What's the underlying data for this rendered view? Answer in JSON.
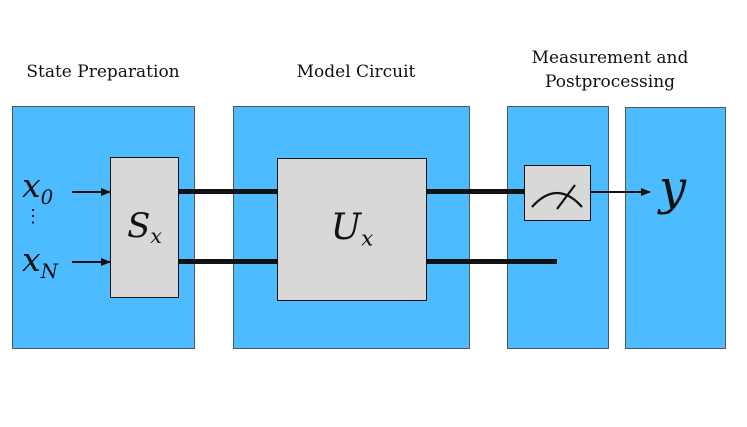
{
  "labels": {
    "state_preparation": "State Preparation",
    "model_circuit": "Model Circuit",
    "measurement": "Measurement and\nPostprocessing"
  },
  "inputs": {
    "first_base": "x",
    "first_sub": "0",
    "dots": "⋮",
    "last_base": "x",
    "last_sub": "N"
  },
  "gates": {
    "state_prep_base": "S",
    "state_prep_sub": "x",
    "model_base": "U",
    "model_sub": "x"
  },
  "output": "y",
  "icons": {
    "measurement": "meter-icon"
  },
  "colors": {
    "panel": "#4dbbff",
    "gate": "#d8d8d8"
  }
}
